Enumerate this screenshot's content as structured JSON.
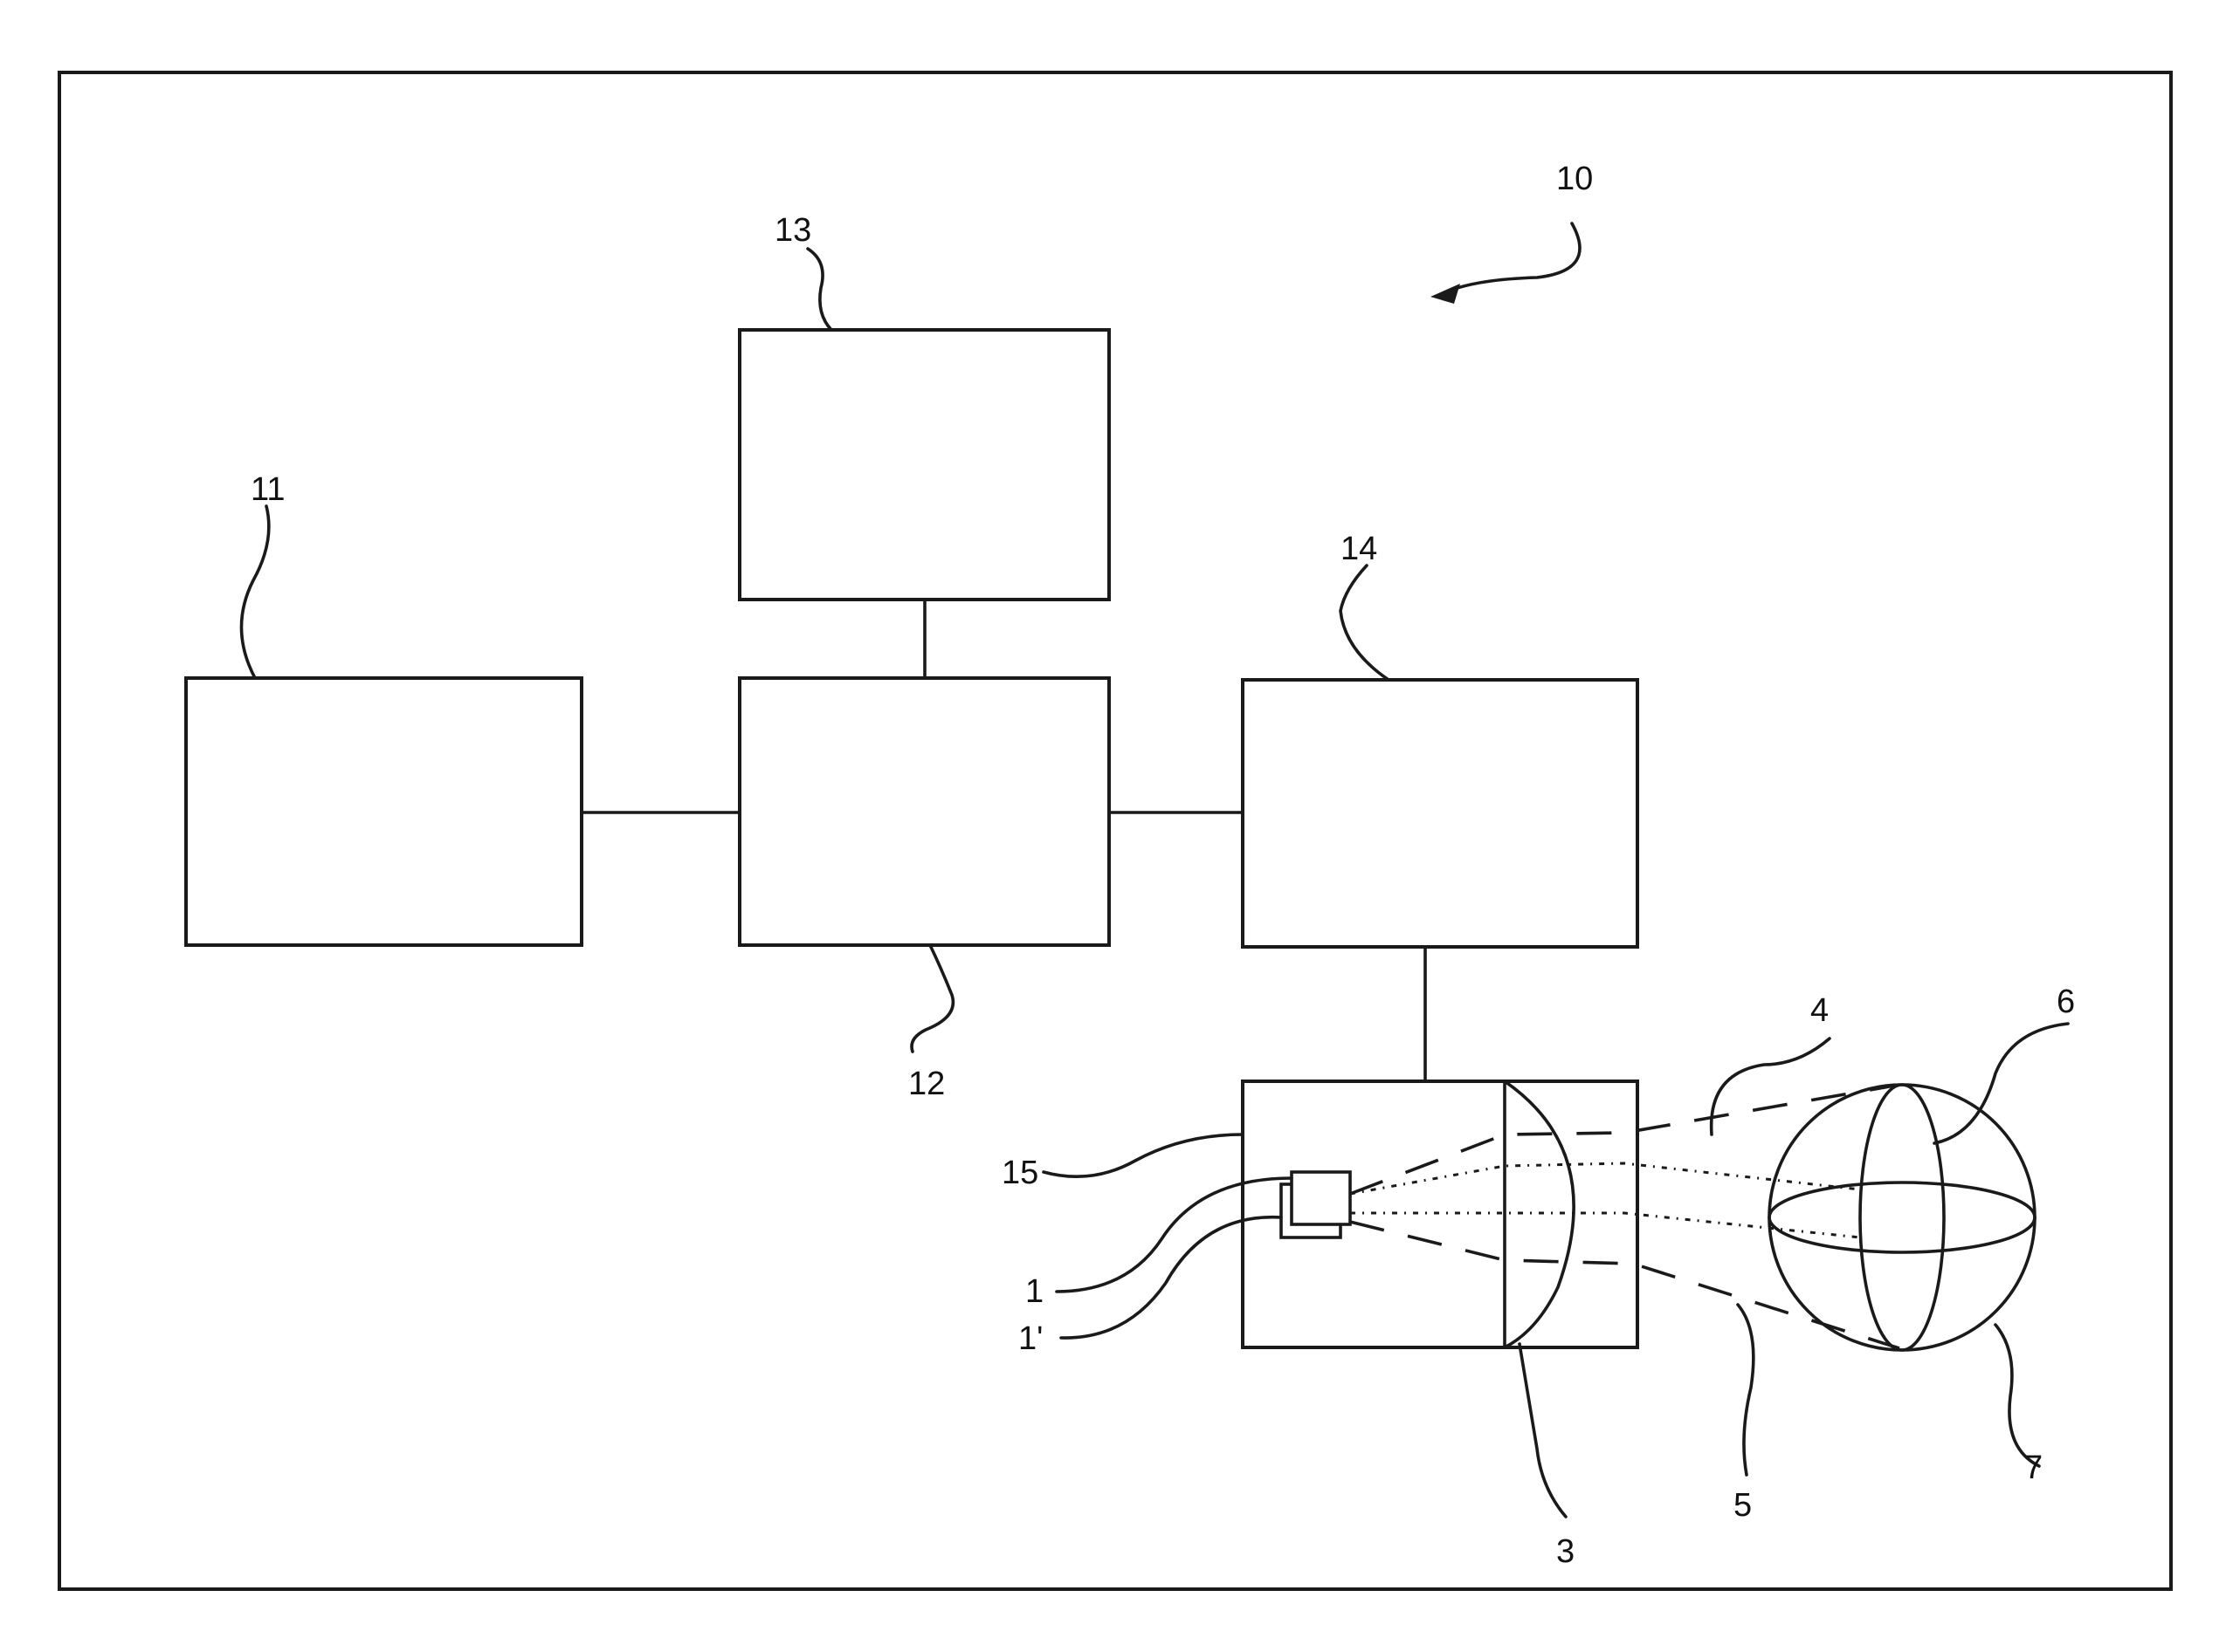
{
  "diagram": {
    "labels": {
      "system": "10",
      "block_11": "11",
      "block_12": "12",
      "block_13": "13",
      "block_14": "14",
      "housing": "15",
      "source_1": "1",
      "source_1b": "1'",
      "lens": "3",
      "beam_upper": "4",
      "beam_lower": "5",
      "object_6": "6",
      "object_7": "7"
    }
  }
}
